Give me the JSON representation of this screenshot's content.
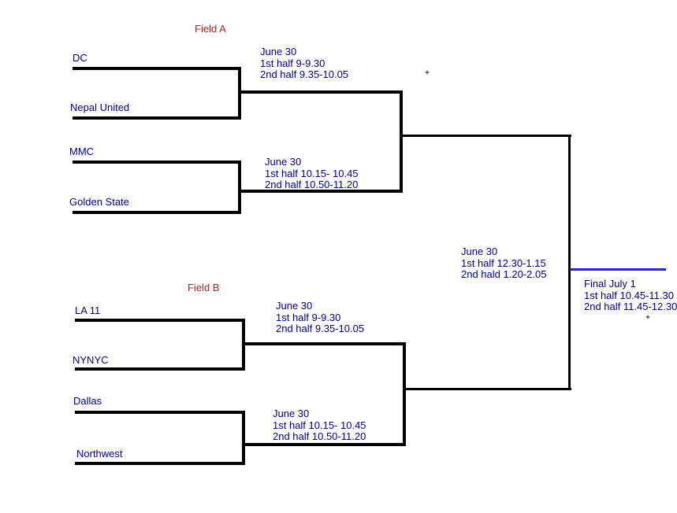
{
  "fields": {
    "a": {
      "label": "Field A"
    },
    "b": {
      "label": "Field B"
    }
  },
  "teams": {
    "dc": "DC",
    "nepal_united": "Nepal United",
    "mmc": "MMC",
    "golden_state": "Golden State",
    "la_11": "LA 11",
    "nynyc": "NYNYC",
    "dallas": "Dallas",
    "northwest": "Northwest"
  },
  "schedules": {
    "game_a1": [
      "June 30",
      "1st half 9-9.30",
      "2nd half 9.35-10.05"
    ],
    "game_a2": [
      "June 30",
      "1st half 10.15- 10.45",
      "2nd half 10.50-11.20"
    ],
    "game_b1": [
      "June 30",
      "1st half 9-9.30",
      "2nd half 9.35-10.05"
    ],
    "game_b2": [
      "June 30",
      "1st half 10.15- 10.45",
      "2nd half 10.50-11.20"
    ],
    "semifinal": [
      "June 30",
      "1st half 12.30-1.15",
      "2nd hald 1.20-2.05"
    ],
    "final": [
      "Final July 1",
      "1st half 10.45-11.30",
      "2nd half 11.45-12.30"
    ]
  },
  "markers": {
    "plus": "+"
  },
  "colors": {
    "bracket_line": "#000000",
    "final_line": "#2222CC",
    "text_blue": "#00008B",
    "field_red": "#B22222",
    "background": "#FFFFFF"
  }
}
